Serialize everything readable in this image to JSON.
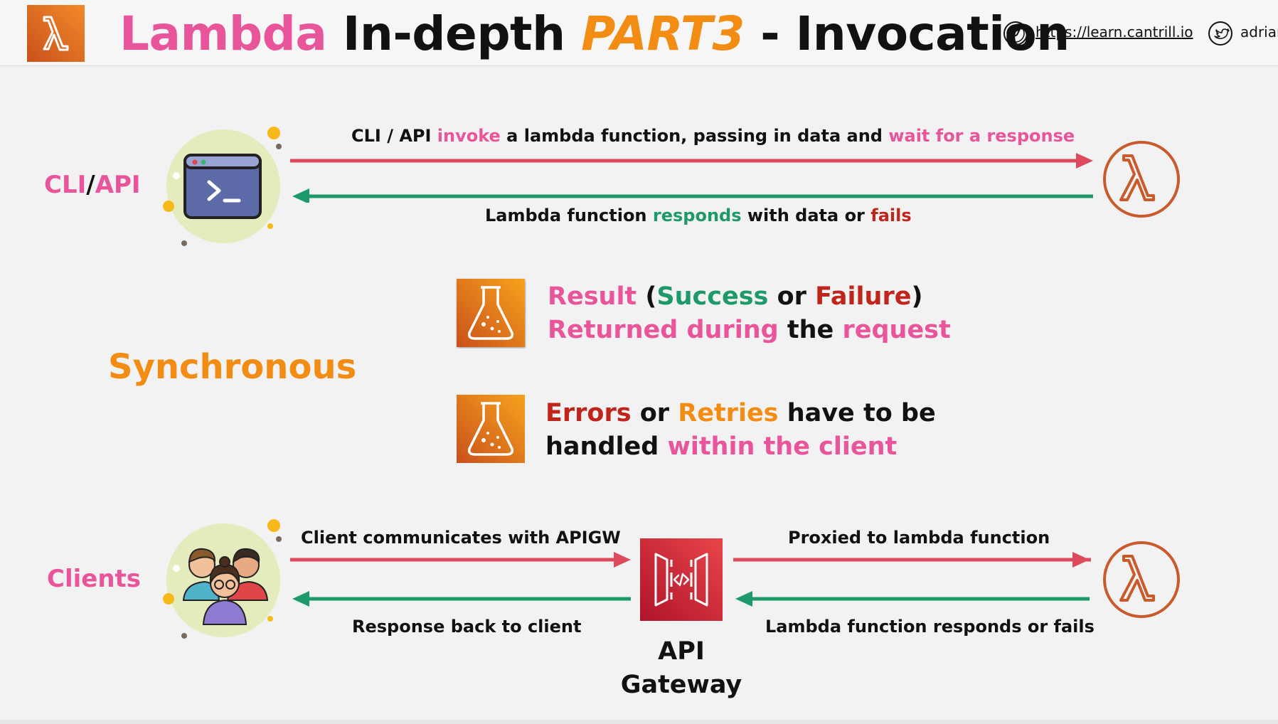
{
  "header": {
    "title_part1": "Lambda",
    "title_part2": "In-depth",
    "title_part3": "PART3",
    "title_part4": "- Invocation",
    "link_url": "https://learn.cantrill.io",
    "twitter_handle": "adrian",
    "logo_icon": "aws-lambda-logo",
    "compass_icon": "compass-icon",
    "twitter_icon": "twitter-icon"
  },
  "cli_row": {
    "label_a": "CLI",
    "label_sep": "/",
    "label_b": "API",
    "top_caption": {
      "p1": "CLI / API ",
      "p2": "invoke",
      "p3": " a lambda function, passing in data and ",
      "p4": "wait for a response"
    },
    "bottom_caption": {
      "p1": "Lambda function ",
      "p2": "responds",
      "p3": " with data or ",
      "p4": "fails"
    }
  },
  "sync": {
    "label": "Synchronous",
    "point1": {
      "line1_p1": "Result",
      "line1_p2": " (",
      "line1_p3": "Success",
      "line1_p4": " or ",
      "line1_p5": "Failure",
      "line1_p6": ")",
      "line2_p1": "Returned during",
      "line2_p2": " the ",
      "line2_p3": "request"
    },
    "point2": {
      "line1_p1": "Errors",
      "line1_p2": " or ",
      "line1_p3": "Retries",
      "line1_p4": " have to be",
      "line2_p1": "handled ",
      "line2_p2": "within the client"
    }
  },
  "clients_row": {
    "label": "Clients",
    "left_top": "Client communicates with APIGW",
    "left_bottom": "Response back to client",
    "right_top": "Proxied to lambda function",
    "right_bottom": "Lambda function responds or fails",
    "gateway_line1": "API",
    "gateway_line2": "Gateway"
  },
  "colors": {
    "pink": "#e8559a",
    "orange": "#f28c12",
    "red_arrow": "#dc4a5c",
    "green_arrow": "#1e9a6a",
    "lambda_orange": "#c85a2c",
    "failure_red": "#c0251b"
  }
}
